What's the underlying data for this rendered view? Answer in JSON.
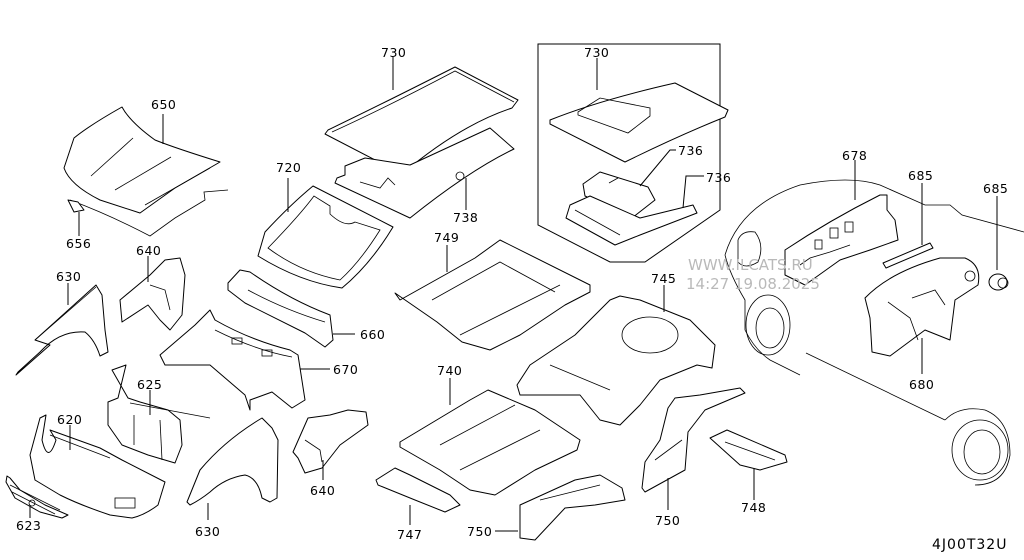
{
  "diagram": {
    "code": "4J00T32U",
    "watermark": {
      "line1": "WWW.ILCATS.RU",
      "line2": "14:27 19.08.2025"
    },
    "callouts": {
      "hood": "650",
      "hood_part": "656",
      "windshield": "720",
      "roof": "730",
      "roof_lining": "738",
      "inset_roof": "730",
      "sunroof_glass": "736",
      "sunroof_frame": "736",
      "dash_insulator": "678",
      "dash_trim": "685",
      "dash_clip": "685",
      "dash_panel": "680",
      "fender_upper_left": "630",
      "hoodledge_left": "640",
      "cowl_top": "660",
      "dash_lower": "670",
      "radiator_support": "625",
      "front_bumper": "620",
      "grille": "623",
      "fender_lower": "630",
      "hoodledge_lower": "640",
      "floor_front_mat": "749",
      "floor_rear": "745",
      "floor_front": "740",
      "crossmember": "747",
      "side_member_left": "750",
      "side_member_right": "750",
      "floor_rear_ext": "748"
    }
  }
}
